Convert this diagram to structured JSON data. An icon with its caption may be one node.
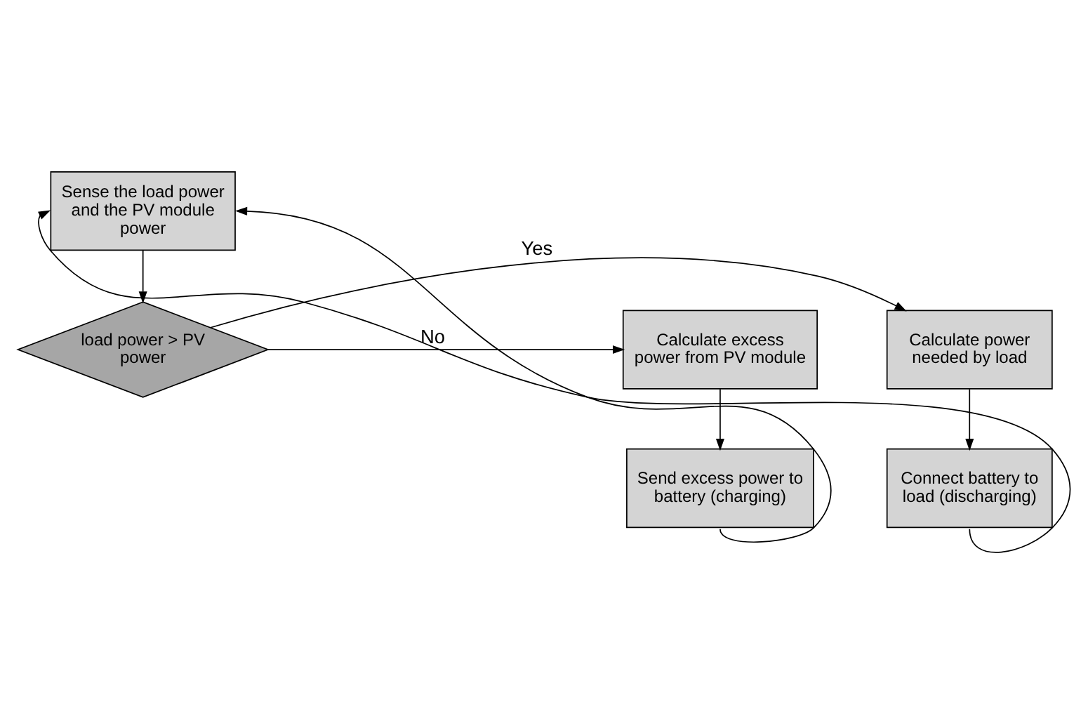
{
  "diagram": {
    "nodes": [
      {
        "text": [
          "Sense the load power and the PV module power"
        ]
      },
      {
        "text": [
          "load power > PV power"
        ]
      },
      {
        "text": [
          "Calculate power needed by load"
        ]
      },
      {
        "text": [
          "Connect battery to load (discharging)"
        ]
      },
      {
        "text": [
          "Calculate excess power from PV module"
        ]
      },
      {
        "text": [
          "Send excess power to battery (charging)"
        ]
      }
    ],
    "edges": [
      {
        "from": 0,
        "to": 1,
        "arrow": "to"
      },
      {
        "from": 1,
        "to": 2,
        "arrow": "to",
        "label": "Yes"
      },
      {
        "from": 1,
        "to": 4,
        "arrow": "to",
        "label": "No"
      },
      {
        "from": 2,
        "to": 3,
        "arrow": "to"
      },
      {
        "from": 4,
        "to": 5,
        "arrow": "to"
      },
      {
        "from": 3,
        "to": 0,
        "arrow": "to"
      },
      {
        "from": 5,
        "to": 0,
        "arrow": "to"
      }
    ]
  }
}
